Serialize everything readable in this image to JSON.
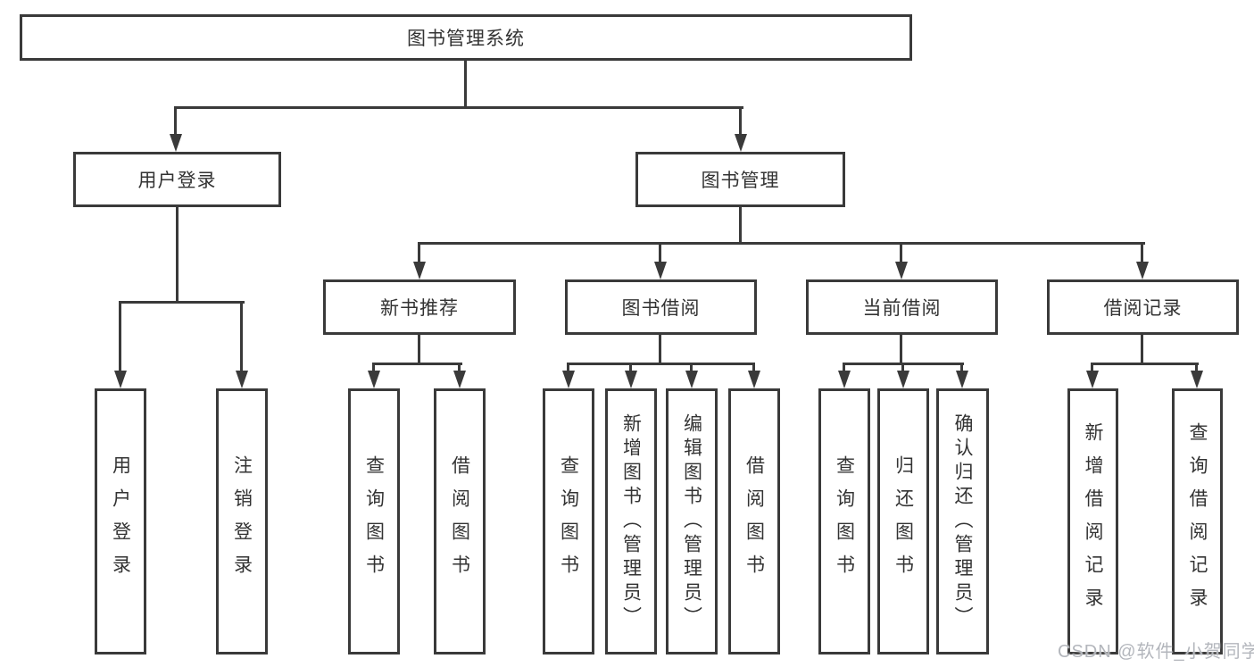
{
  "diagram": {
    "nodes": [
      {
        "id": "root",
        "label": "图书管理系统",
        "orient": "h"
      },
      {
        "id": "user-login",
        "label": "用户登录",
        "orient": "h"
      },
      {
        "id": "book-mgmt",
        "label": "图书管理",
        "orient": "h"
      },
      {
        "id": "new-book-recommend",
        "label": "新书推荐",
        "orient": "h"
      },
      {
        "id": "book-borrow",
        "label": "图书借阅",
        "orient": "h"
      },
      {
        "id": "current-borrow",
        "label": "当前借阅",
        "orient": "h"
      },
      {
        "id": "borrow-records",
        "label": "借阅记录",
        "orient": "h"
      },
      {
        "id": "leaf-user-login",
        "label": "用户登录",
        "orient": "v"
      },
      {
        "id": "leaf-logout",
        "label": "注销登录",
        "orient": "v"
      },
      {
        "id": "leaf-query-book-1",
        "label": "查询图书",
        "orient": "v"
      },
      {
        "id": "leaf-borrow-book-1",
        "label": "借阅图书",
        "orient": "v"
      },
      {
        "id": "leaf-query-book-2",
        "label": "查询图书",
        "orient": "v"
      },
      {
        "id": "leaf-add-book",
        "label": "新增图书（管理员）",
        "orient": "v"
      },
      {
        "id": "leaf-edit-book",
        "label": "编辑图书（管理员）",
        "orient": "v"
      },
      {
        "id": "leaf-borrow-book-2",
        "label": "借阅图书",
        "orient": "v"
      },
      {
        "id": "leaf-query-book-3",
        "label": "查询图书",
        "orient": "v"
      },
      {
        "id": "leaf-return-book",
        "label": "归还图书",
        "orient": "v"
      },
      {
        "id": "leaf-confirm-return",
        "label": "确认归还（管理员）",
        "orient": "v"
      },
      {
        "id": "leaf-add-borrow-record",
        "label": "新增借阅记录",
        "orient": "v"
      },
      {
        "id": "leaf-query-borrow-record",
        "label": "查询借阅记录",
        "orient": "v"
      }
    ]
  },
  "watermark": "CSDN @软件_小贺同学",
  "colors": {
    "line": "#3a3a3a",
    "text": "#333333",
    "watermark": "#b3b6bc",
    "background": "#ffffff"
  }
}
